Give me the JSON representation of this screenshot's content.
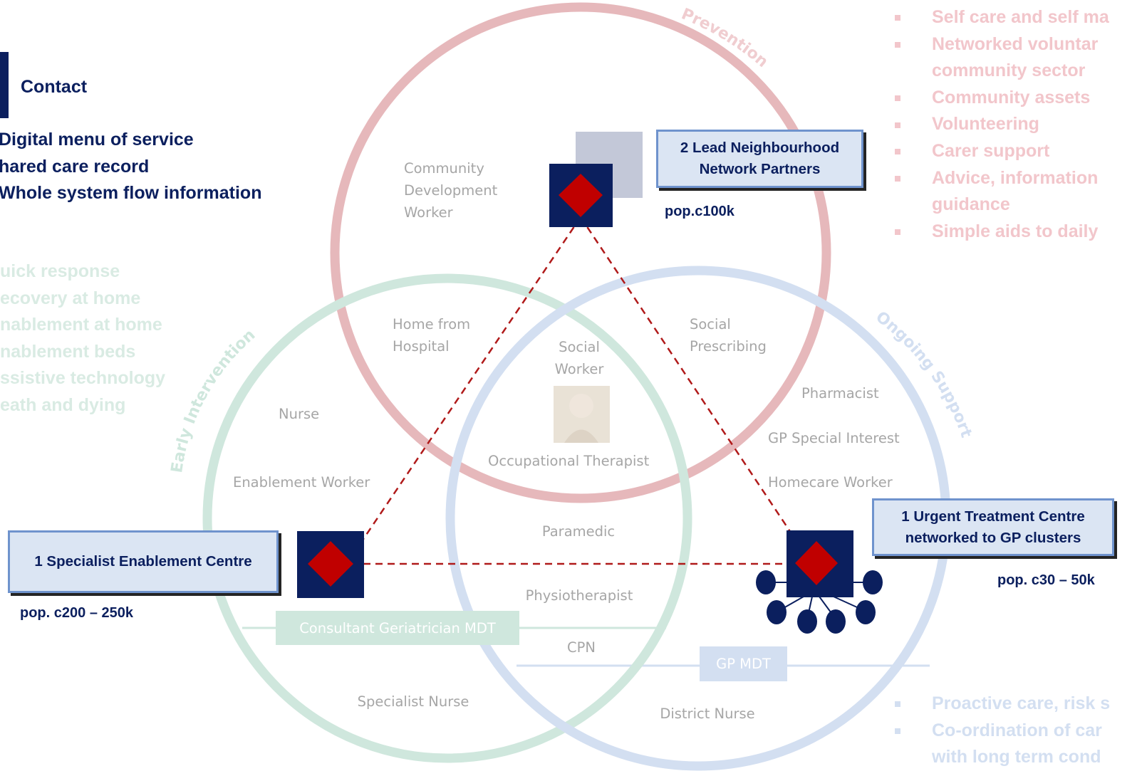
{
  "colors": {
    "navy": "#0b1f5e",
    "red_diamond": "#c00000",
    "prevention_circle": "#e6b8bb",
    "early_circle": "#cfe7dd",
    "ongoing_circle": "#d3dff1",
    "box_fill": "#dbe5f3",
    "box_border": "#6f93cd"
  },
  "circle_labels": {
    "prevention": "Prevention",
    "early_intervention": "Early Intervention",
    "ongoing_support": "Ongoing Support"
  },
  "contact": {
    "heading": "Contact",
    "items": [
      "Digital menu of service",
      "hared care record",
      "Whole system flow information"
    ]
  },
  "early_intervention_list": [
    "uick response",
    "ecovery at home",
    "nablement at home",
    "nablement beds",
    "ssistive technology",
    "eath and dying"
  ],
  "prevention_list": [
    "Self care and self ma",
    "Networked voluntar",
    "community sector",
    "Community assets",
    "Volunteering",
    "Carer support",
    "Advice, information",
    "guidance",
    "Simple aids to daily"
  ],
  "ongoing_list": [
    "Proactive care, risk s",
    "Co-ordination of car",
    "with long term cond"
  ],
  "roles": {
    "community_development_worker": [
      "Community",
      "Development",
      "Worker"
    ],
    "home_from_hospital": [
      "Home from",
      "Hospital"
    ],
    "social_worker": [
      "Social",
      "Worker"
    ],
    "social_prescribing": [
      "Social",
      "Prescribing"
    ],
    "pharmacist": "Pharmacist",
    "gp_special_interest": "GP Special Interest",
    "homecare_worker": "Homecare Worker",
    "nurse": "Nurse",
    "enablement_worker": "Enablement Worker",
    "occupational_therapist": "Occupational Therapist",
    "paramedic": "Paramedic",
    "physiotherapist": "Physiotherapist",
    "cpn": "CPN",
    "specialist_nurse": "Specialist Nurse",
    "district_nurse": "District Nurse"
  },
  "mdt_tags": {
    "consultant": "Consultant Geriatrician MDT",
    "gp": "GP MDT"
  },
  "hubs": {
    "neighbourhood": {
      "title": [
        "2 Lead Neighbourhood",
        "Network Partners"
      ],
      "pop": "pop.c100k"
    },
    "enablement": {
      "title": [
        "1 Specialist Enablement Centre"
      ],
      "pop": "pop. c200 – 250k"
    },
    "urgent": {
      "title": [
        "1 Urgent Treatment Centre",
        "networked to GP clusters"
      ],
      "pop": "pop. c30 – 50k"
    }
  }
}
